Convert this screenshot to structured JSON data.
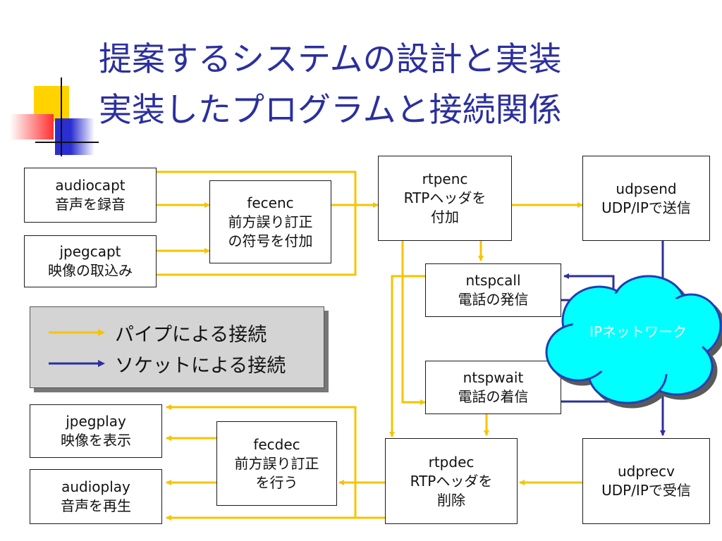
{
  "title": {
    "line1": "提案するシステムの設計と実装",
    "line2": "実装したプログラムと接続関係"
  },
  "colors": {
    "title": "#2b2f9e",
    "pipe": "#f5c400",
    "socket": "#2b2f9e",
    "cloud": "#00ffff"
  },
  "boxes": {
    "audiocapt": [
      "audiocapt",
      "音声を録音"
    ],
    "jpegcapt": [
      "jpegcapt",
      "映像の取込み"
    ],
    "fecenc": [
      "fecenc",
      "前方誤り訂正",
      "の符号を付加"
    ],
    "rtpenc": [
      "rtpenc",
      "RTPヘッダを",
      "付加"
    ],
    "udpsend": [
      "udpsend",
      "UDP/IPで送信"
    ],
    "ntspcall": [
      "ntspcall",
      "電話の発信"
    ],
    "ntspwait": [
      "ntspwait",
      "電話の着信"
    ],
    "jpegplay": [
      "jpegplay",
      "映像を表示"
    ],
    "audioplay": [
      "audioplay",
      "音声を再生"
    ],
    "fecdec": [
      "fecdec",
      "前方誤り訂正",
      "を行う"
    ],
    "rtpdec": [
      "rtpdec",
      "RTPヘッダを",
      "削除"
    ],
    "udprecv": [
      "udprecv",
      "UDP/IPで受信"
    ]
  },
  "cloud": {
    "label": "IPネットワーク"
  },
  "legend": {
    "pipe": "パイプによる接続",
    "socket": "ソケットによる接続"
  }
}
